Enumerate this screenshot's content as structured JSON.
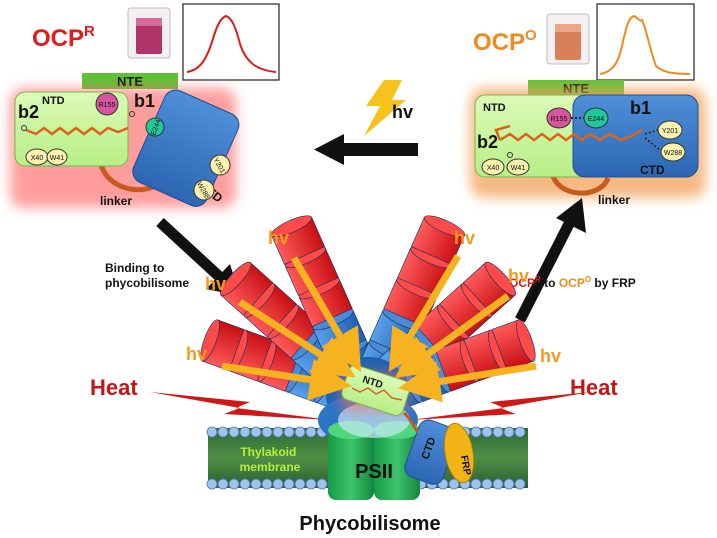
{
  "title": "Phycobilisome",
  "ocp_red": {
    "label": "OCP",
    "superscript": "R"
  },
  "ocp_orange": {
    "label": "OCP",
    "superscript": "O"
  },
  "domains": {
    "nte": "NTE",
    "ntd": "NTD",
    "ctd": "CTD",
    "linker": "linker",
    "b1": "b1",
    "b2": "b2"
  },
  "residues": {
    "r155": "R155",
    "e244": "E244",
    "y201": "Y201",
    "w288": "W288",
    "x40": "X40",
    "w41": "W41"
  },
  "hv": "hv",
  "binding_label_line1": "Binding to",
  "binding_label_line2": "phycobilisome",
  "frp_conversion": {
    "a": "OCP",
    "a_sup": "R",
    "to": "to",
    "b": "OCP",
    "b_sup": "O",
    "by": "by FRP"
  },
  "heat": "Heat",
  "membrane_line1": "Thylakoid",
  "membrane_line2": "membrane",
  "psii": "PSII",
  "frp": "FRP",
  "colors": {
    "red": "#e31b1b",
    "orange": "#f08a1c",
    "ntd_green": "#cdf7a0",
    "ctd_blue": "#3d7cc9",
    "nte_green": "#5cc236",
    "carotenoid": "#d9651b",
    "linker": "#c75a1d"
  }
}
